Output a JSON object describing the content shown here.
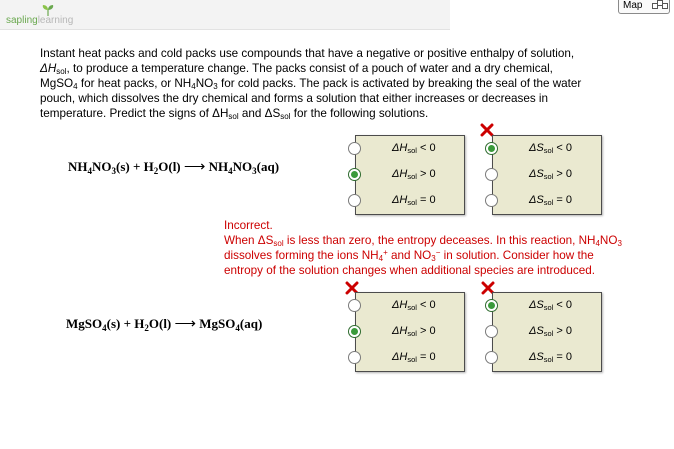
{
  "header": {
    "logo_part1": "sapling",
    "logo_part2": "learning",
    "map_label": "Map"
  },
  "question": {
    "text_1": "Instant heat packs and cold packs use compounds that have a negative or positive enthalpy of solution,",
    "text_2a": "ΔH",
    "text_2sub": "sol",
    "text_2b": ", to produce a temperature change. The packs consist of a pouch of water and a dry chemical,",
    "text_3a": "MgSO",
    "text_3sub1": "4",
    "text_3b": " for heat packs, or NH",
    "text_3sub2": "4",
    "text_3c": "NO",
    "text_3sub3": "3",
    "text_3d": " for cold packs. The pack is activated by breaking the seal of the water",
    "text_4": "pouch, which dissolves the dry chemical and forms a solution that either increases or decreases in",
    "text_5a": "temperature. Predict the signs of ΔH",
    "text_5sub1": "sol",
    "text_5b": " and ΔS",
    "text_5sub2": "sol",
    "text_5c": " for the following solutions."
  },
  "reaction1": {
    "r1": "NH",
    "s1": "4",
    "r2": "NO",
    "s2": "3",
    "r3": "(s) + H",
    "s3": "2",
    "r4": "O(l)",
    "arrow": "⟶",
    "p1": "NH",
    "ps1": "4",
    "p2": "NO",
    "ps2": "3",
    "p3": "(aq)"
  },
  "reaction2": {
    "r1": "MgSO",
    "s1": "4",
    "r2": "(s) + H",
    "s2": "2",
    "r3": "O(l)",
    "arrow": "⟶",
    "p1": "MgSO",
    "ps1": "4",
    "p2": "(aq)"
  },
  "options": {
    "h": "ΔH",
    "s": "ΔS",
    "sub": "sol",
    "lt": " < 0",
    "gt": " > 0",
    "eq": " = 0"
  },
  "answers": {
    "reaction1_dh": "ΔHsol > 0",
    "reaction1_ds": "ΔSsol < 0",
    "reaction2_dh": "ΔHsol > 0",
    "reaction2_ds": "ΔSsol < 0"
  },
  "feedback": {
    "title": "Incorrect.",
    "l1a": "When ΔS",
    "l1sub": "sol",
    "l1b": " is less than zero, the entropy deceases. In this reaction, NH",
    "l1sub2": "4",
    "l1c": "NO",
    "l1sub3": "3",
    "l2a": "dissolves forming the ions NH",
    "l2sub": "4",
    "l2sup": "+",
    "l2b": " and NO",
    "l2sub2": "3",
    "l2sup2": "−",
    "l2c": " in solution. Consider how the",
    "l3": "entropy of the solution changes when additional species are introduced."
  },
  "colors": {
    "error": "#cc0000",
    "box_bg": "#eae9d0",
    "selected": "#3a9a3a",
    "logo_green": "#6aa84f"
  }
}
